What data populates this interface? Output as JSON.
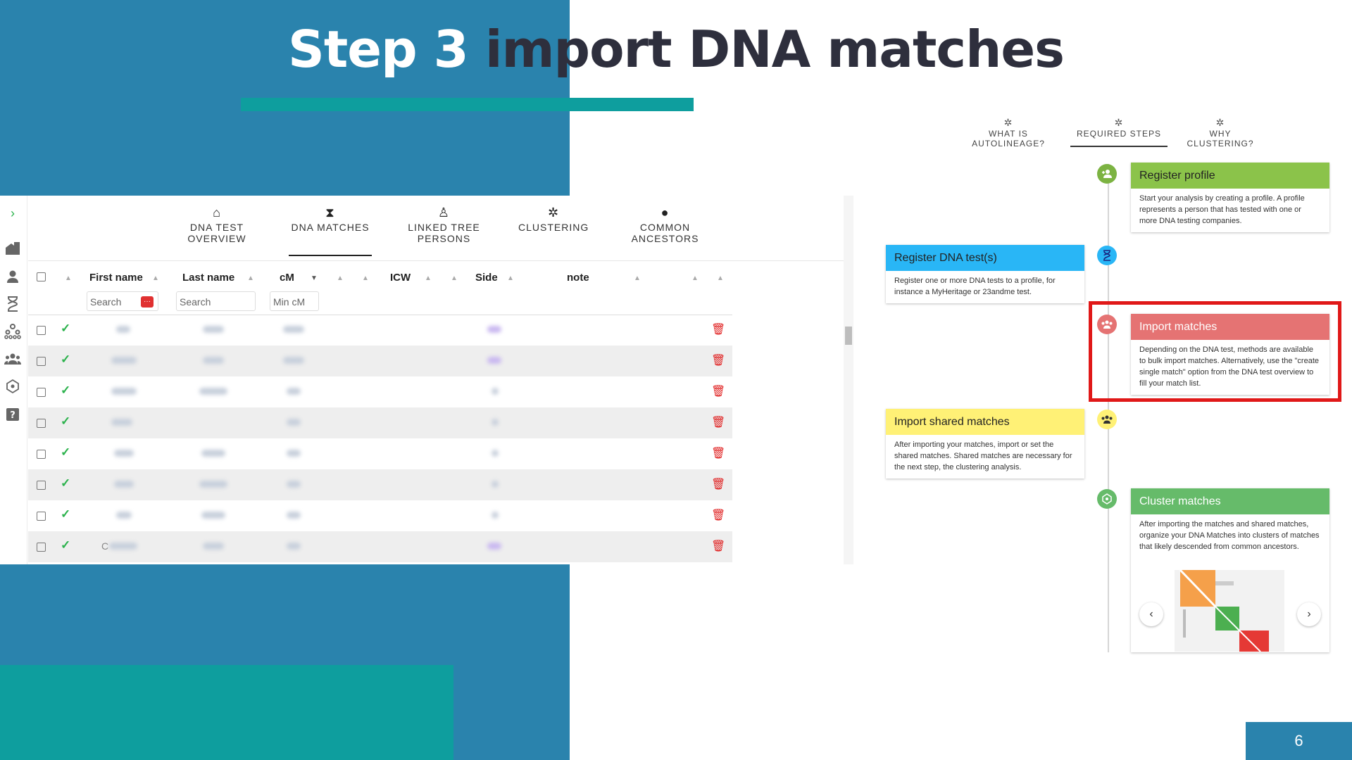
{
  "slide": {
    "title_part1": "Step 3",
    "title_part2": " import DNA matches",
    "page_number": "6"
  },
  "app": {
    "tabs": [
      {
        "label": "DNA TEST OVERVIEW",
        "icon": "home-icon"
      },
      {
        "label": "DNA MATCHES",
        "icon": "dna-icon",
        "active": true
      },
      {
        "label": "LINKED TREE PERSONS",
        "icon": "tree-icon"
      },
      {
        "label": "CLUSTERING",
        "icon": "cluster-icon"
      },
      {
        "label": "COMMON ANCESTORS",
        "icon": "ancestor-icon"
      }
    ],
    "sidebar_icons": [
      "expand-icon",
      "dashboard-icon",
      "person-icon",
      "dna-icon",
      "tree-icon",
      "group-icon",
      "cluster-icon",
      "help-icon"
    ],
    "columns": {
      "first_name": "First name",
      "last_name": "Last name",
      "cm": "cM",
      "icw": "ICW",
      "side": "Side",
      "note": "note"
    },
    "filters": {
      "first_name_placeholder": "Search",
      "last_name_placeholder": "Search",
      "cm_placeholder": "Min cM"
    },
    "partial_text": "C"
  },
  "timeline": {
    "tabs": [
      {
        "label": "WHAT IS AUTOLINEAGE?",
        "icon": "cluster-icon"
      },
      {
        "label": "REQUIRED STEPS",
        "icon": "cluster-icon",
        "active": true
      },
      {
        "label": "WHY CLUSTERING?",
        "icon": "cluster-icon"
      }
    ],
    "steps": [
      {
        "title": "Register profile",
        "body": "Start your analysis by creating a profile. A profile represents a person that has tested with one or more DNA testing companies.",
        "color": "#8bc34a"
      },
      {
        "title": "Register DNA test(s)",
        "body": "Register one or more DNA tests to a profile, for instance a MyHeritage or 23andme test.",
        "color": "#29b6f6"
      },
      {
        "title": "Import matches",
        "body": "Depending on the DNA test, methods are available to bulk import matches. Alternatively, use the \"create single match\" option from the DNA test overview to fill your match list.",
        "color": "#e57373"
      },
      {
        "title": "Import shared matches",
        "body": "After importing your matches, import or set the shared matches. Shared matches are necessary for the next step, the clustering analysis.",
        "color": "#fff176"
      },
      {
        "title": "Cluster matches",
        "body": "After importing the matches and shared matches, organize your DNA Matches into clusters of matches that likely descended from common ancestors.",
        "color": "#66bb6a"
      }
    ]
  },
  "colors": {
    "slide_blue": "#2a83ad",
    "slide_teal": "#0e9e9e",
    "highlight_red": "#e01818",
    "check_green": "#2bb24c",
    "delete_red": "#e02020"
  }
}
